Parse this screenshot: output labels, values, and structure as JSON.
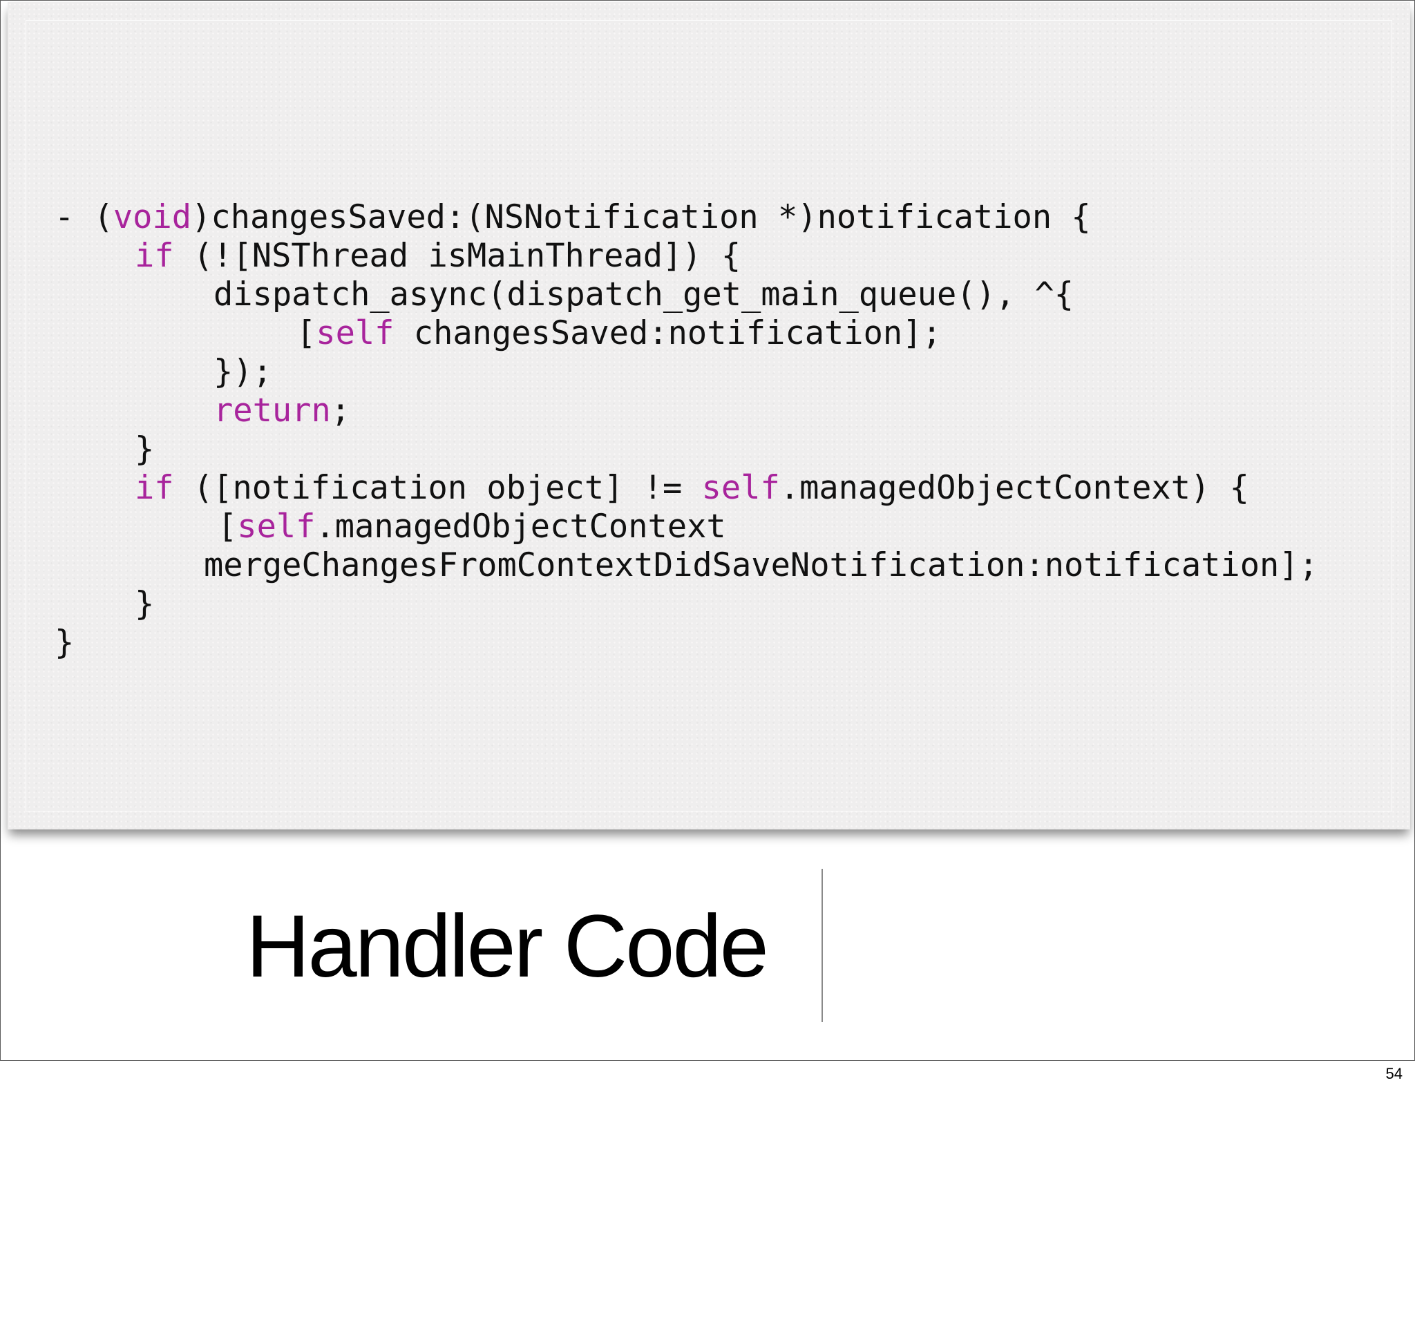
{
  "slide": {
    "title": "Handler Code",
    "page_number": "54"
  },
  "code": {
    "line1": {
      "a": "- (",
      "kw": "void",
      "b": ")changesSaved:(NSNotification *)notification {"
    },
    "line2": {
      "kw": "if",
      "b": " (![NSThread isMainThread]) {"
    },
    "line3": {
      "a": "dispatch_async(dispatch_get_main_queue(), ^{"
    },
    "line4": {
      "a": "[",
      "kw": "self",
      "b": " changesSaved:notification];"
    },
    "line5": {
      "a": "});"
    },
    "line6": {
      "kw": "return",
      "b": ";"
    },
    "line7": {
      "a": "}"
    },
    "line8": {
      "kw": "if",
      "b": " ([notification object] != ",
      "kw2": "self",
      "c": ".managedObjectContext) {"
    },
    "line9": {
      "a": "[",
      "kw": "self",
      "b": ".managedObjectContext"
    },
    "line10": {
      "a": "mergeChangesFromContextDidSaveNotification:notification];"
    },
    "line11": {
      "a": "}"
    },
    "line12": {
      "a": "}"
    }
  },
  "colors": {
    "keyword": "#a8249c",
    "text": "#111111"
  }
}
